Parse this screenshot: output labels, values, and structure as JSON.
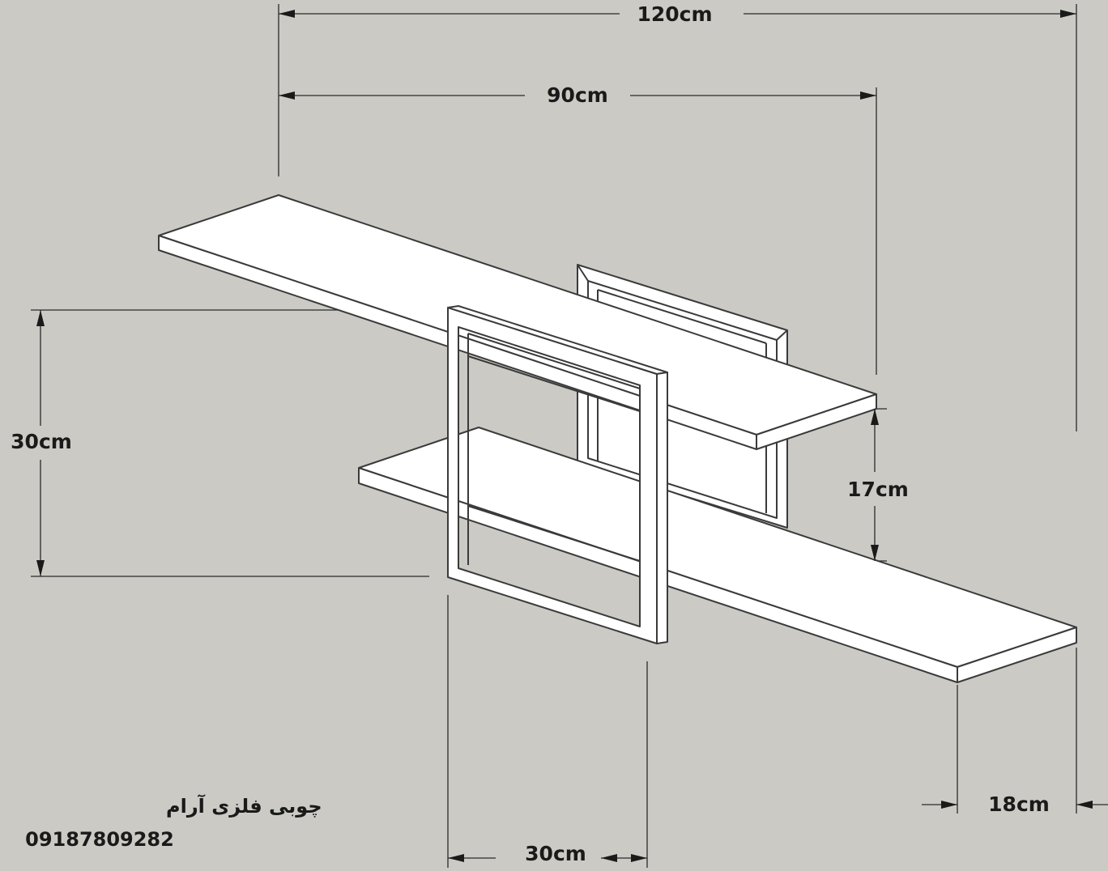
{
  "dimensions": {
    "total_width": "120cm",
    "shelf_width": "90cm",
    "total_height": "30cm",
    "shelf_gap": "17cm",
    "depth": "18cm",
    "frame_width": "30cm"
  },
  "brand": {
    "name": "چوبی فلزی آرام",
    "phone": "09187809282"
  },
  "colors": {
    "background": "#cbcac5",
    "shelf_fill": "#ffffff",
    "line": "#2b2b2b"
  }
}
